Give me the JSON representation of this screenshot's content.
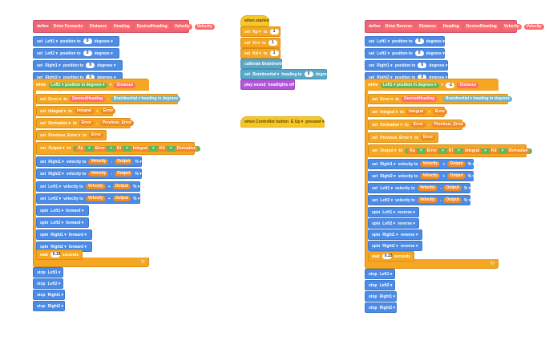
{
  "left": {
    "header": {
      "define": "define",
      "name": "Drive Forwards",
      "params": [
        "Distance",
        "Heading",
        "DesiredHeading",
        "Velocity",
        "Velocity"
      ]
    },
    "sets": [
      {
        "set": "set",
        "motor": "Left1",
        "pos": "position to",
        "val": "0",
        "unit": "degrees"
      },
      {
        "set": "set",
        "motor": "Left2",
        "pos": "position to",
        "val": "0",
        "unit": "degrees"
      },
      {
        "set": "set",
        "motor": "Right1",
        "pos": "position to",
        "val": "0",
        "unit": "degrees"
      },
      {
        "set": "set",
        "motor": "Right2",
        "pos": "position to",
        "val": "0",
        "unit": "degrees"
      }
    ],
    "while": {
      "kw": "while",
      "motor": "Left1",
      "text": "position in",
      "unit": "degrees",
      "op": "<",
      "var": "Distance"
    },
    "calc": [
      {
        "set": "set",
        "v": "Error",
        "to": "to",
        "a": "DesiredHeading",
        "op": "-",
        "b": "BrainInertial",
        "c": "heading in degrees"
      },
      {
        "set": "set",
        "v": "Integral",
        "to": "to",
        "a": "Integral",
        "op": "+",
        "b": "Error"
      },
      {
        "set": "set",
        "v": "Derivative",
        "to": "to",
        "a": "Error",
        "op": "-",
        "b": "Previous_Error"
      },
      {
        "set": "set",
        "v": "Previous_Error",
        "to": "to",
        "a": "Error"
      },
      {
        "set": "set",
        "v": "Output",
        "to": "to",
        "a": "Kp",
        "op": "×",
        "b": "Error",
        "op2": "+",
        "c": "Ki",
        "op3": "×",
        "d": "Integral",
        "op4": "+",
        "e": "Kd",
        "op5": "×",
        "f": "Derivative"
      }
    ],
    "vel": [
      {
        "set": "set",
        "motor": "Right1",
        "text": "velocity to",
        "a": "Velocity",
        "op": "-",
        "b": "Output",
        "unit": "%"
      },
      {
        "set": "set",
        "motor": "Right2",
        "text": "velocity to",
        "a": "Velocity",
        "op": "-",
        "b": "Output",
        "unit": "%"
      },
      {
        "set": "set",
        "motor": "Left1",
        "text": "velocity to",
        "a": "Velocity",
        "op": "+",
        "b": "Output",
        "unit": "%"
      },
      {
        "set": "set",
        "motor": "Left2",
        "text": "velocity to",
        "a": "Velocity",
        "op": "+",
        "b": "Output",
        "unit": "%"
      }
    ],
    "spins": [
      {
        "kw": "spin",
        "motor": "Left1",
        "dir": "forward"
      },
      {
        "kw": "spin",
        "motor": "Left2",
        "dir": "forward"
      },
      {
        "kw": "spin",
        "motor": "Right1",
        "dir": "forward"
      },
      {
        "kw": "spin",
        "motor": "Right2",
        "dir": "forward"
      }
    ],
    "wait": {
      "kw": "wait",
      "val": "0.15",
      "unit": "seconds"
    },
    "stops": [
      {
        "kw": "stop",
        "motor": "Left1"
      },
      {
        "kw": "stop",
        "motor": "Left2"
      },
      {
        "kw": "stop",
        "motor": "Right1"
      },
      {
        "kw": "stop",
        "motor": "Right2"
      }
    ]
  },
  "middle": {
    "hat": "when started",
    "sets": [
      {
        "set": "set",
        "v": "Kp",
        "to": "to",
        "val": "1"
      },
      {
        "set": "set",
        "v": "Ki",
        "to": "to",
        "val": "1"
      },
      {
        "set": "set",
        "v": "Kd",
        "to": "to",
        "val": "1"
      }
    ],
    "calibrate": "calibrate BrainInertial",
    "setHeading": {
      "set": "set",
      "v": "BrainInertial",
      "text": "heading to",
      "val": "0",
      "unit": "degrees"
    },
    "sound": {
      "kw": "play sound",
      "v": "headlights off"
    },
    "controller": {
      "kw": "when Controller button",
      "btn": "E Up",
      "state": "pressed"
    }
  },
  "right": {
    "header": {
      "define": "define",
      "name": "Drive Reverse",
      "params": [
        "Distance",
        "Heading",
        "DesiredHeading",
        "Velocity",
        "Velocity"
      ]
    },
    "sets": [
      {
        "set": "set",
        "motor": "Left1",
        "pos": "position to",
        "val": "0",
        "unit": "degrees"
      },
      {
        "set": "set",
        "motor": "Left2",
        "pos": "position to",
        "val": "0",
        "unit": "degrees"
      },
      {
        "set": "set",
        "motor": "Right1",
        "pos": "position to",
        "val": "0",
        "unit": "degrees"
      },
      {
        "set": "set",
        "motor": "Right2",
        "pos": "position to",
        "val": "0",
        "unit": "degrees"
      }
    ],
    "while": {
      "kw": "while",
      "motor": "Left1",
      "text": "position in",
      "unit": "degrees",
      "op": ">",
      "neg": "-1",
      "var": "Distance"
    },
    "calc": [
      {
        "set": "set",
        "v": "Error",
        "to": "to",
        "a": "DesiredHeading",
        "op": "-",
        "b": "BrainInertial",
        "c": "heading in degrees"
      },
      {
        "set": "set",
        "v": "Integral",
        "to": "to",
        "a": "Integral",
        "op": "+",
        "b": "Error"
      },
      {
        "set": "set",
        "v": "Derivative",
        "to": "to",
        "a": "Error",
        "op": "-",
        "b": "Previous_Error"
      },
      {
        "set": "set",
        "v": "Previous_Error",
        "to": "to",
        "a": "Error"
      },
      {
        "set": "set",
        "v": "Output",
        "to": "to",
        "a": "Kp",
        "op": "×",
        "b": "Error",
        "op2": "+",
        "c": "Ki",
        "op3": "×",
        "d": "Integral",
        "op4": "+",
        "e": "Kd",
        "op5": "×",
        "f": "Derivative"
      }
    ],
    "vel": [
      {
        "set": "set",
        "motor": "Right1",
        "text": "velocity to",
        "a": "Velocity",
        "op": "+",
        "b": "Output",
        "unit": "%"
      },
      {
        "set": "set",
        "motor": "Right2",
        "text": "velocity to",
        "a": "Velocity",
        "op": "+",
        "b": "Output",
        "unit": "%"
      },
      {
        "set": "set",
        "motor": "Left1",
        "text": "velocity to",
        "a": "Velocity",
        "op": "-",
        "b": "Output",
        "unit": "%"
      },
      {
        "set": "set",
        "motor": "Left2",
        "text": "velocity to",
        "a": "Velocity",
        "op": "-",
        "b": "Output",
        "unit": "%"
      }
    ],
    "spins": [
      {
        "kw": "spin",
        "motor": "Left1",
        "dir": "reverse"
      },
      {
        "kw": "spin",
        "motor": "Left2",
        "dir": "reverse"
      },
      {
        "kw": "spin",
        "motor": "Right1",
        "dir": "reverse"
      },
      {
        "kw": "spin",
        "motor": "Right2",
        "dir": "reverse"
      }
    ],
    "wait": {
      "kw": "wait",
      "val": "0.15",
      "unit": "seconds"
    },
    "stops": [
      {
        "kw": "stop",
        "motor": "Left1"
      },
      {
        "kw": "stop",
        "motor": "Left2"
      },
      {
        "kw": "stop",
        "motor": "Right1"
      },
      {
        "kw": "stop",
        "motor": "Right2"
      }
    ]
  }
}
